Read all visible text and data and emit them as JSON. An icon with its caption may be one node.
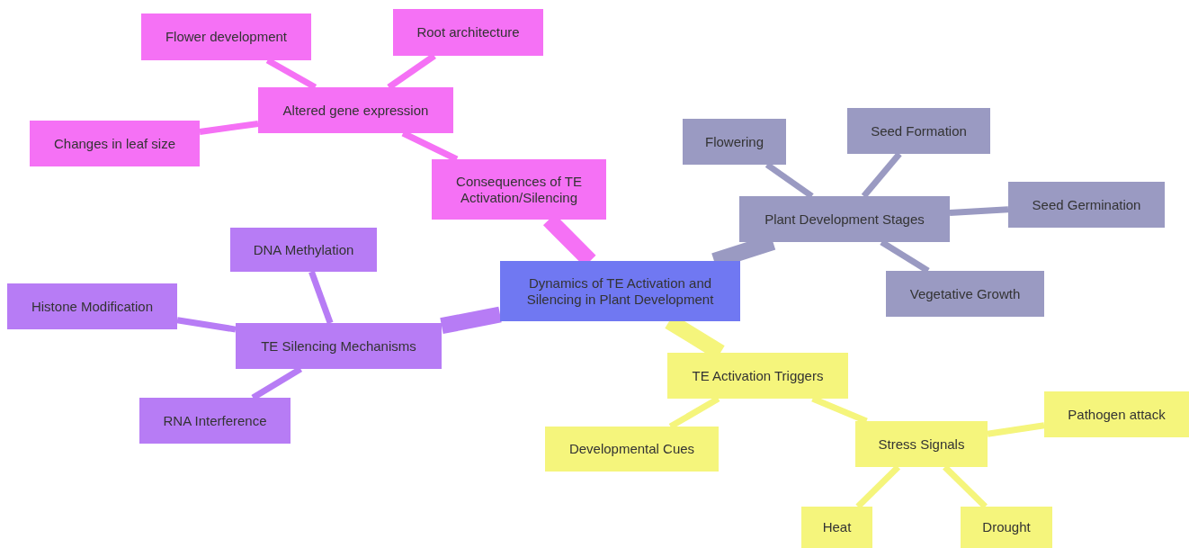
{
  "diagram": {
    "nodes": [
      {
        "text": [
          "Dynamics of TE Activation and Silencing in Plant Development"
        ]
      },
      {
        "text": [
          "Consequences of TE Activation/Silencing"
        ]
      },
      {
        "text": [
          "Altered gene expression"
        ]
      },
      {
        "text": [
          "Flower development"
        ]
      },
      {
        "text": [
          "Root architecture"
        ]
      },
      {
        "text": [
          "Changes in leaf size"
        ]
      },
      {
        "text": [
          "Plant Development Stages"
        ]
      },
      {
        "text": [
          "Flowering"
        ]
      },
      {
        "text": [
          "Seed Formation"
        ]
      },
      {
        "text": [
          "Seed Germination"
        ]
      },
      {
        "text": [
          "Vegetative Growth"
        ]
      },
      {
        "text": [
          "TE Silencing Mechanisms"
        ]
      },
      {
        "text": [
          "DNA Methylation"
        ]
      },
      {
        "text": [
          "Histone Modification"
        ]
      },
      {
        "text": [
          "RNA Interference"
        ]
      },
      {
        "text": [
          "TE Activation Triggers"
        ]
      },
      {
        "text": [
          "Developmental Cues"
        ]
      },
      {
        "text": [
          "Stress Signals"
        ]
      },
      {
        "text": [
          "Pathogen attack"
        ]
      },
      {
        "text": [
          "Heat"
        ]
      },
      {
        "text": [
          "Drought"
        ]
      }
    ],
    "edges": [
      {
        "from": 0,
        "to": 1,
        "arrow": "none",
        "style": "thick",
        "color": "#f571f5"
      },
      {
        "from": 1,
        "to": 2,
        "arrow": "none",
        "color": "#f571f5"
      },
      {
        "from": 2,
        "to": 3,
        "arrow": "none",
        "color": "#f571f5"
      },
      {
        "from": 2,
        "to": 4,
        "arrow": "none",
        "color": "#f571f5"
      },
      {
        "from": 2,
        "to": 5,
        "arrow": "none",
        "color": "#f571f5"
      },
      {
        "from": 0,
        "to": 6,
        "arrow": "none",
        "style": "thick",
        "color": "#9a9ac2"
      },
      {
        "from": 6,
        "to": 7,
        "arrow": "none",
        "color": "#9a9ac2"
      },
      {
        "from": 6,
        "to": 8,
        "arrow": "none",
        "color": "#9a9ac2"
      },
      {
        "from": 6,
        "to": 9,
        "arrow": "none",
        "color": "#9a9ac2"
      },
      {
        "from": 6,
        "to": 10,
        "arrow": "none",
        "color": "#9a9ac2"
      },
      {
        "from": 0,
        "to": 11,
        "arrow": "none",
        "style": "thick",
        "color": "#b77cf5"
      },
      {
        "from": 11,
        "to": 12,
        "arrow": "none",
        "color": "#b77cf5"
      },
      {
        "from": 11,
        "to": 13,
        "arrow": "none",
        "color": "#b77cf5"
      },
      {
        "from": 11,
        "to": 14,
        "arrow": "none",
        "color": "#b77cf5"
      },
      {
        "from": 0,
        "to": 15,
        "arrow": "none",
        "style": "thick",
        "color": "#f5f57c"
      },
      {
        "from": 15,
        "to": 16,
        "arrow": "none",
        "color": "#f5f57c"
      },
      {
        "from": 15,
        "to": 17,
        "arrow": "none",
        "color": "#f5f57c"
      },
      {
        "from": 17,
        "to": 18,
        "arrow": "none",
        "color": "#f5f57c"
      },
      {
        "from": 17,
        "to": 19,
        "arrow": "none",
        "color": "#f5f57c"
      },
      {
        "from": 17,
        "to": 20,
        "arrow": "none",
        "color": "#f5f57c"
      }
    ]
  }
}
